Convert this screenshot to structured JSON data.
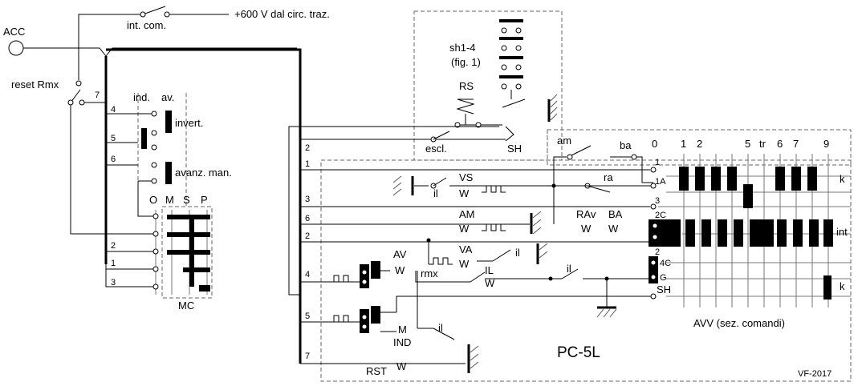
{
  "diagram": {
    "labels": {
      "acc": "ACC",
      "int_com": "int. com.",
      "supply": "+600 V dal circ. traz.",
      "reset_rmx": "reset Rmx",
      "ind": "ind.",
      "av": "av.",
      "invert": "invert.",
      "avanz_man": "avanz. man.",
      "mc": "MC",
      "sh1_4": "sh1-4",
      "fig1": "(fig. 1)",
      "rs": "RS",
      "escl": "escl.",
      "sh": "SH",
      "am": "am",
      "ba": "ba",
      "ra": "ra",
      "vs": "VS",
      "il": "il",
      "am_coil": "AM",
      "rav": "RAv",
      "ba_coil": "BA",
      "va": "VA",
      "av_coil": "AV",
      "rmx": "rmx",
      "il_coil": "IL",
      "ind_coil": "IND",
      "rst": "RST",
      "pc5l": "PC-5L",
      "avv": "AVV (sez. comandi)",
      "int": "int",
      "k": "k",
      "vf": "VF-2017",
      "w": "W",
      "m": "M"
    },
    "mc_positions": [
      "O",
      "M",
      "S",
      "P"
    ],
    "mc_wires": [
      "4",
      "5",
      "6",
      "2",
      "1",
      "3"
    ],
    "mc_wire7": "7",
    "pc_wires": [
      "2",
      "1",
      "3",
      "6",
      "2",
      "4",
      "5",
      "7"
    ],
    "avv_steps": [
      "0",
      "1",
      "2",
      "5",
      "tr",
      "6",
      "7",
      "9"
    ],
    "avv_rows": [
      "1",
      "1A",
      "3",
      "2C",
      "2",
      "4C",
      "G",
      "SH"
    ]
  }
}
